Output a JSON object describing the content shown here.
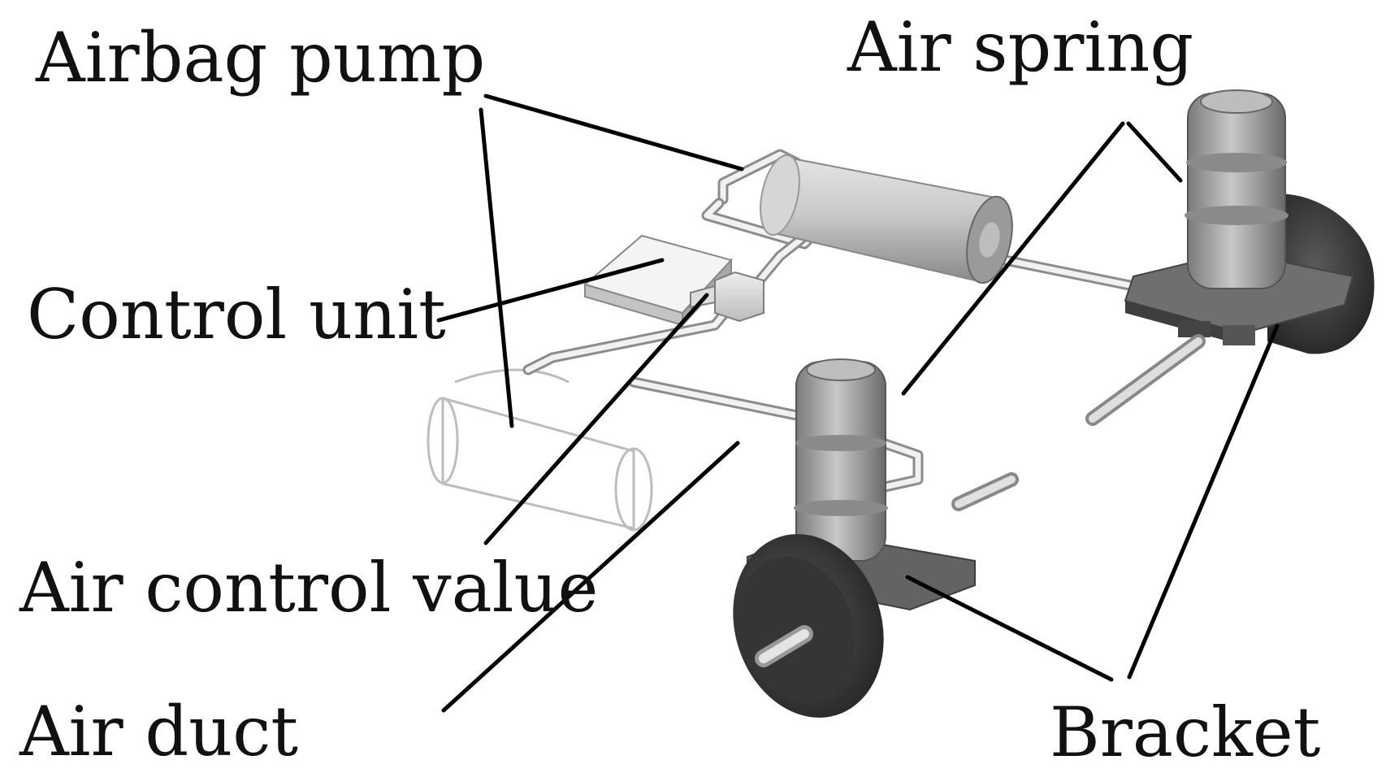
{
  "figure": {
    "labels": {
      "airbag_pump": "Airbag pump",
      "air_spring": "Air spring",
      "control_unit": "Control unit",
      "air_control_value": "Air control value",
      "air_duct": "Air duct",
      "bracket": "Bracket"
    }
  }
}
